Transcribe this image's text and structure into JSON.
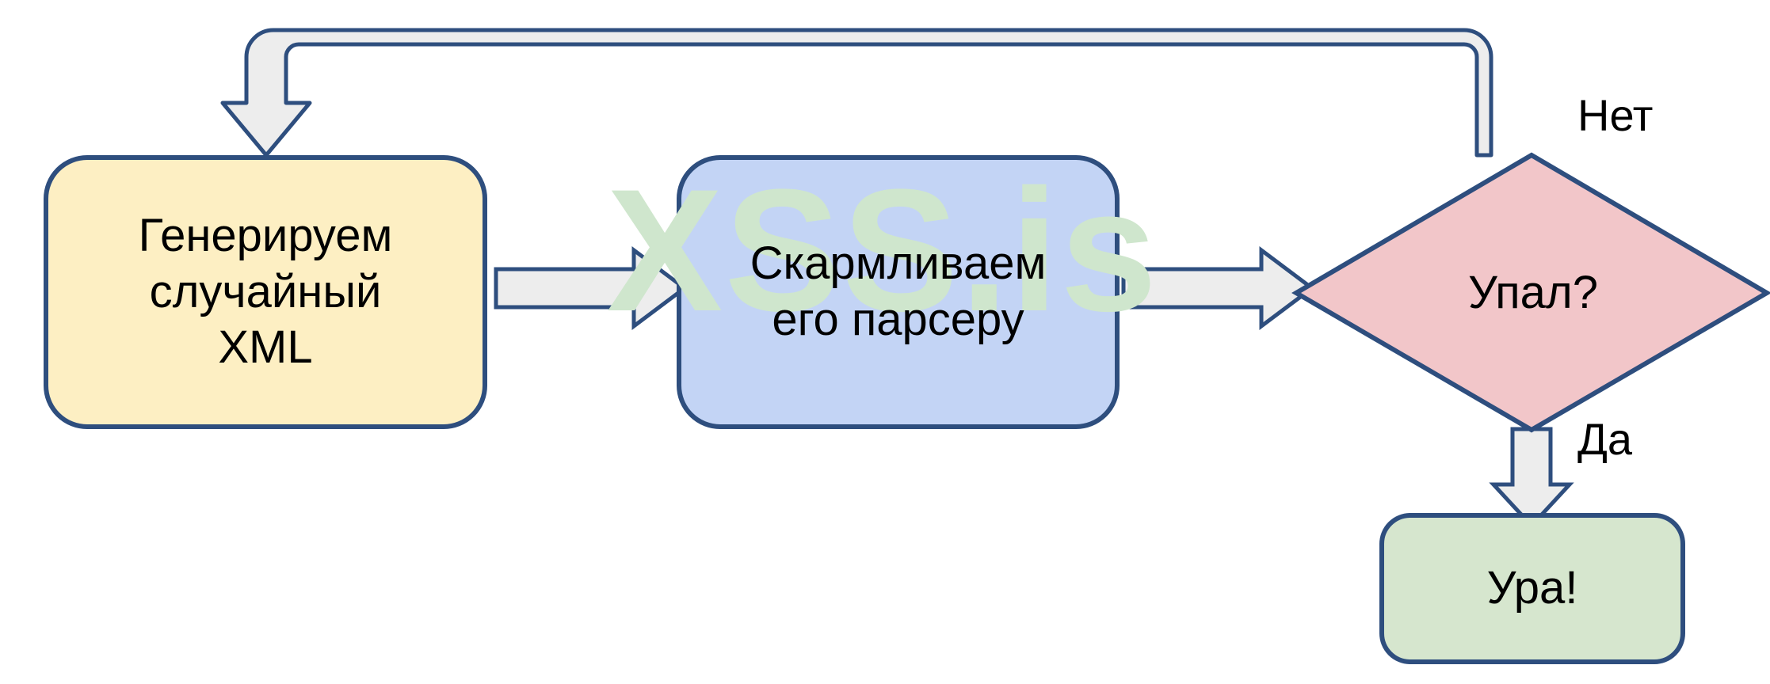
{
  "diagram": {
    "title": "XML fuzzing loop flowchart",
    "watermark": "XSS.is",
    "background_color": "#ffffff",
    "border_color": "#2e4e7e",
    "arrow_fill": "#ededed",
    "nodes": [
      {
        "id": "generate",
        "shape": "rounded-rectangle",
        "label": "Генерируем\nслучайный\nXML",
        "fill": "#fdefc3"
      },
      {
        "id": "feed",
        "shape": "rounded-rectangle",
        "label": "Скармливаем\nего парсеру",
        "fill": "#c3d4f5"
      },
      {
        "id": "crashed",
        "shape": "diamond",
        "label": "Упал?",
        "fill": "#f2c6c9"
      },
      {
        "id": "hooray",
        "shape": "rounded-rectangle",
        "label": "Ура!",
        "fill": "#d6e6ce"
      }
    ],
    "edges": [
      {
        "id": "generate-to-feed",
        "from": "generate",
        "to": "feed",
        "label": ""
      },
      {
        "id": "feed-to-crashed",
        "from": "feed",
        "to": "crashed",
        "label": ""
      },
      {
        "id": "crashed-to-generate",
        "from": "crashed",
        "to": "generate",
        "label": "Нет"
      },
      {
        "id": "crashed-to-hooray",
        "from": "crashed",
        "to": "hooray",
        "label": "Да"
      }
    ],
    "labels": {
      "no": "Нет",
      "yes": "Да"
    }
  }
}
